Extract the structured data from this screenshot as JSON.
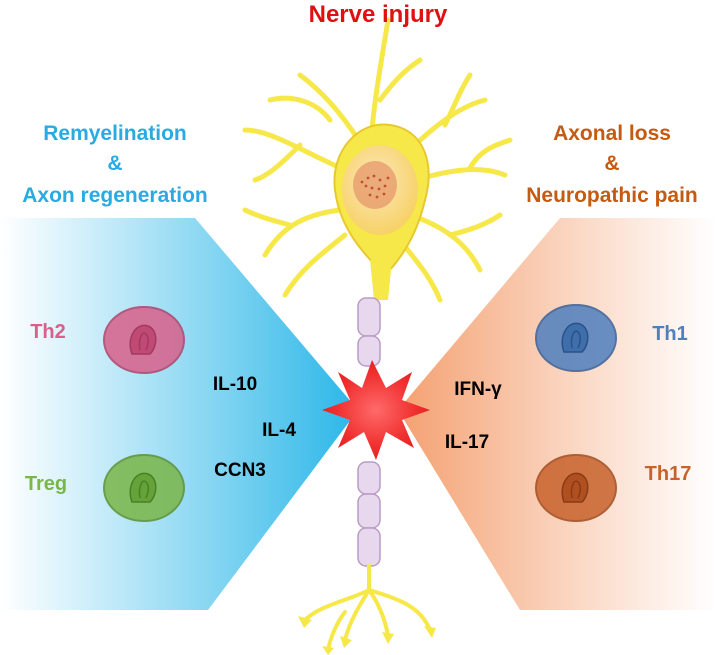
{
  "title": "Nerve injury",
  "left_heading": {
    "line1": "Remyelination",
    "amp": "&",
    "line2": "Axon regeneration"
  },
  "right_heading": {
    "line1": "Axonal loss",
    "amp": "&",
    "line2": "Neuropathic pain"
  },
  "left_cells": [
    {
      "label": "Th2",
      "color": "#d9608a"
    },
    {
      "label": "Treg",
      "color": "#7ab648"
    }
  ],
  "right_cells": [
    {
      "label": "Th1",
      "color": "#4f7fbf"
    },
    {
      "label": "Th17",
      "color": "#c8622c"
    }
  ],
  "left_cytokines": [
    "IL-10",
    "IL-4",
    "CCN3"
  ],
  "right_cytokines": [
    "IFN-γ",
    "IL-17"
  ],
  "colors": {
    "title": "#e01010",
    "left_heading": "#29abe2",
    "right_heading": "#c55a11",
    "left_gradient": "#29b6e8",
    "right_gradient": "#f4a070",
    "neuron": "#f7e84a",
    "axon_segment": "#e8d8ee",
    "injury_star": "#f03030"
  }
}
